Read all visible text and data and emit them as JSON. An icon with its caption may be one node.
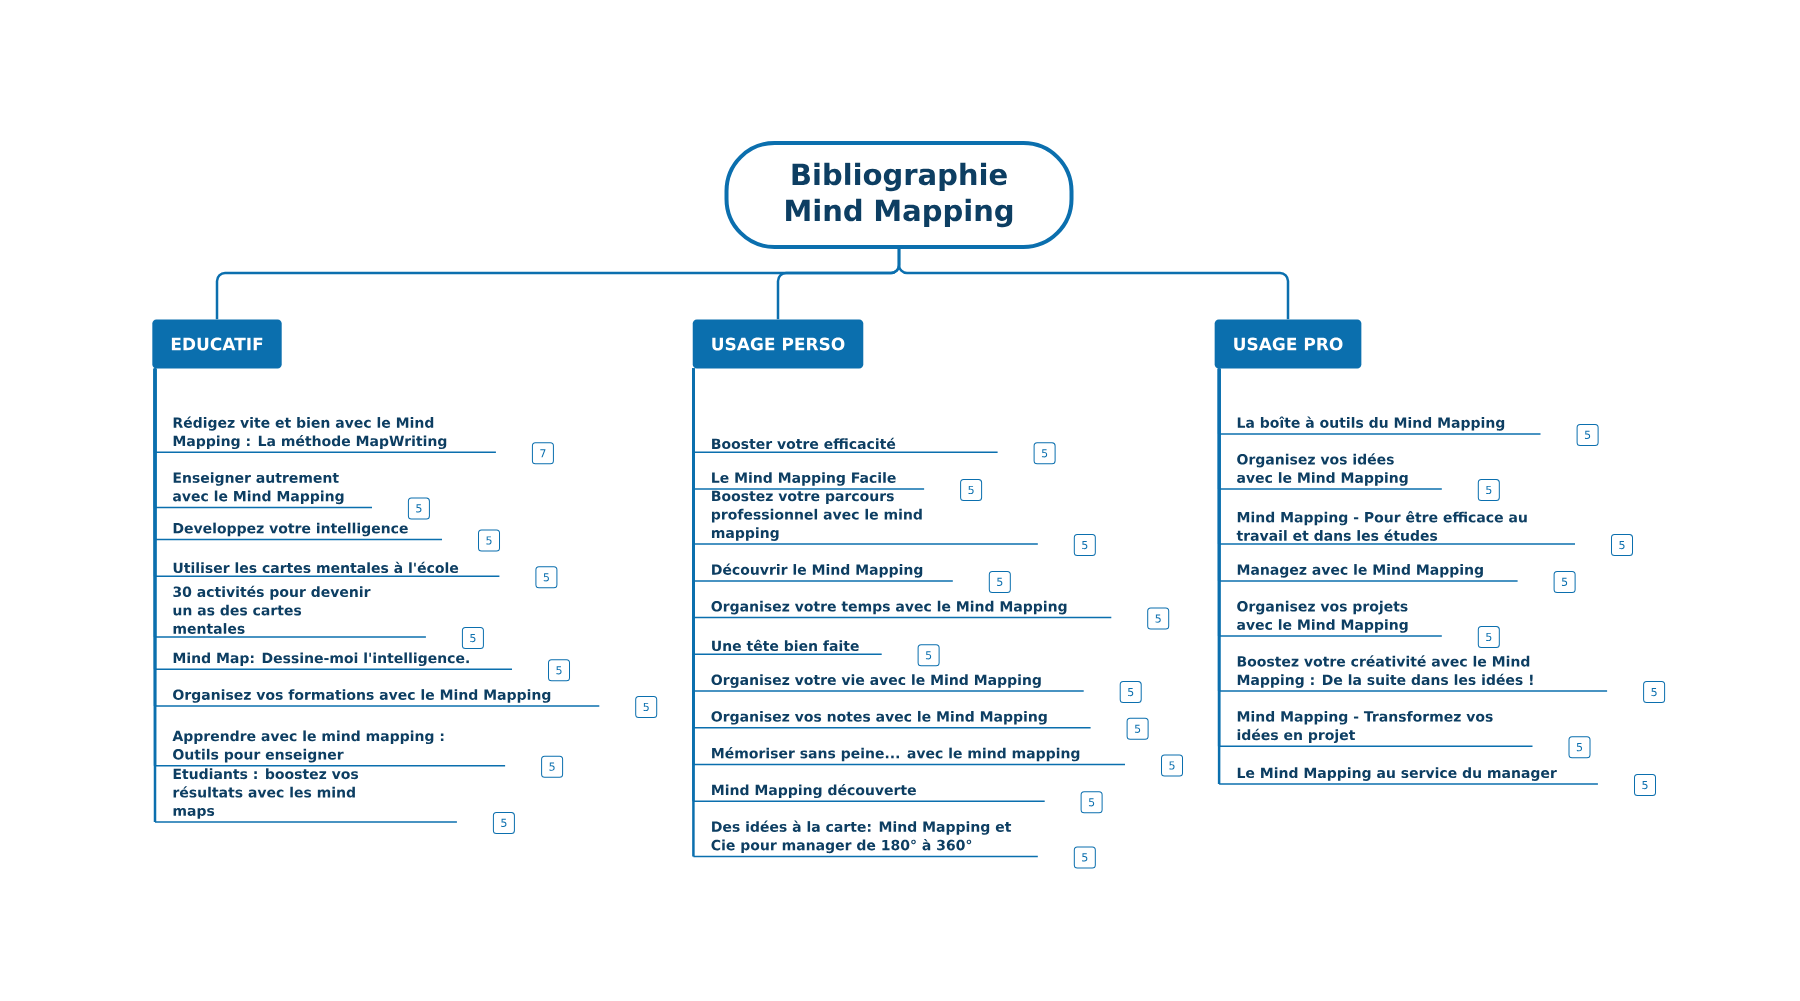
{
  "diagram": {
    "nodes": [
      {
        "text": [
          "Bibliographie Mind Mapping"
        ]
      },
      {
        "text": [
          "EDUCATIF"
        ]
      },
      {
        "text": [
          "USAGE PERSO"
        ]
      },
      {
        "text": [
          "USAGE PRO"
        ]
      },
      {
        "text": [
          "Rédigez vite et bien avec le Mind Mapping : La méthode MapWriting"
        ]
      },
      {
        "text": [
          "Enseigner autrement avec le Mind Mapping"
        ]
      },
      {
        "text": [
          "Developpez votre intelligence"
        ]
      },
      {
        "text": [
          "Utiliser les cartes mentales à l'école"
        ]
      },
      {
        "text": [
          "30 activités pour devenir un as des cartes mentales"
        ]
      },
      {
        "text": [
          "Mind Map: Dessine-moi l'intelligence."
        ]
      },
      {
        "text": [
          "Organisez vos formations avec le Mind Mapping"
        ]
      },
      {
        "text": [
          "Apprendre avec le mind mapping : Outils pour enseigner"
        ]
      },
      {
        "text": [
          "Etudiants : boostez vos résultats avec les mind maps"
        ]
      },
      {
        "text": [
          "Booster votre efficacité"
        ]
      },
      {
        "text": [
          "Le Mind Mapping Facile"
        ]
      },
      {
        "text": [
          "Boostez votre parcours professionnel avec le mind mapping"
        ]
      },
      {
        "text": [
          "Découvrir le Mind Mapping"
        ]
      },
      {
        "text": [
          "Organisez votre temps avec le Mind Mapping"
        ]
      },
      {
        "text": [
          "Une tête bien faite"
        ]
      },
      {
        "text": [
          "Organisez votre vie avec le Mind Mapping"
        ]
      },
      {
        "text": [
          "Organisez vos notes avec le Mind Mapping"
        ]
      },
      {
        "text": [
          "Mémoriser sans peine... avec le mind mapping"
        ]
      },
      {
        "text": [
          "Mind Mapping découverte"
        ]
      },
      {
        "text": [
          "Des idées à la carte: Mind Mapping et Cie pour manager de 180° à 360°"
        ]
      },
      {
        "text": [
          "La boîte à outils du Mind Mapping"
        ]
      },
      {
        "text": [
          "Organisez vos idées avec le Mind Mapping"
        ]
      },
      {
        "text": [
          "Mind Mapping - Pour être efficace au travail et dans les études"
        ]
      },
      {
        "text": [
          "Managez avec le Mind Mapping"
        ]
      },
      {
        "text": [
          "Organisez vos projets avec le Mind Mapping"
        ]
      },
      {
        "text": [
          "Boostez votre créativité avec le Mind Mapping : De la suite dans les idées !"
        ]
      },
      {
        "text": [
          "Mind Mapping - Transformez vos idées en projet"
        ]
      },
      {
        "text": [
          "Le Mind Mapping au service du manager"
        ]
      }
    ],
    "edges": [
      {
        "from": 0,
        "to": 1,
        "arrow": "none"
      },
      {
        "from": 0,
        "to": 2,
        "arrow": "none"
      },
      {
        "from": 0,
        "to": 3,
        "arrow": "none"
      },
      {
        "from": 1,
        "to": 4,
        "arrow": "none"
      },
      {
        "from": 1,
        "to": 5,
        "arrow": "none"
      },
      {
        "from": 1,
        "to": 6,
        "arrow": "none"
      },
      {
        "from": 1,
        "to": 7,
        "arrow": "none"
      },
      {
        "from": 1,
        "to": 8,
        "arrow": "none"
      },
      {
        "from": 1,
        "to": 9,
        "arrow": "none"
      },
      {
        "from": 1,
        "to": 10,
        "arrow": "none"
      },
      {
        "from": 1,
        "to": 11,
        "arrow": "none"
      },
      {
        "from": 1,
        "to": 12,
        "arrow": "none"
      },
      {
        "from": 2,
        "to": 13,
        "arrow": "none"
      },
      {
        "from": 2,
        "to": 14,
        "arrow": "none"
      },
      {
        "from": 2,
        "to": 15,
        "arrow": "none"
      },
      {
        "from": 2,
        "to": 16,
        "arrow": "none"
      },
      {
        "from": 2,
        "to": 17,
        "arrow": "none"
      },
      {
        "from": 2,
        "to": 18,
        "arrow": "none"
      },
      {
        "from": 2,
        "to": 19,
        "arrow": "none"
      },
      {
        "from": 2,
        "to": 20,
        "arrow": "none"
      },
      {
        "from": 2,
        "to": 21,
        "arrow": "none"
      },
      {
        "from": 2,
        "to": 22,
        "arrow": "none"
      },
      {
        "from": 2,
        "to": 23,
        "arrow": "none"
      },
      {
        "from": 3,
        "to": 24,
        "arrow": "none"
      },
      {
        "from": 3,
        "to": 25,
        "arrow": "none"
      },
      {
        "from": 3,
        "to": 26,
        "arrow": "none"
      },
      {
        "from": 3,
        "to": 27,
        "arrow": "none"
      },
      {
        "from": 3,
        "to": 28,
        "arrow": "none"
      },
      {
        "from": 3,
        "to": 29,
        "arrow": "none"
      },
      {
        "from": 3,
        "to": 30,
        "arrow": "none"
      },
      {
        "from": 3,
        "to": 31,
        "arrow": "none"
      }
    ],
    "labels": [
      "7",
      "5",
      "5",
      "5",
      "5",
      "5",
      "5",
      "5",
      "5",
      "5",
      "5",
      "5",
      "5",
      "5",
      "5",
      "5",
      "5",
      "5",
      "5",
      "5",
      "5",
      "5",
      "5",
      "5",
      "5",
      "5",
      "5",
      "5"
    ]
  }
}
